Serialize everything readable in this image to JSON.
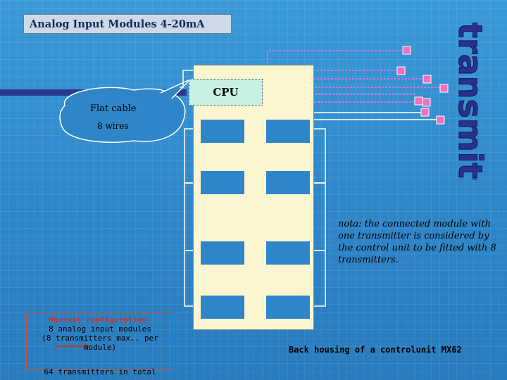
{
  "title": "Analog Input Modules 4-20mA",
  "side_title": "transmitters",
  "cpu_label": "CPU",
  "flat_cable": {
    "line1": "Flat cable",
    "line2": "8 wires"
  },
  "nota": {
    "keyword": "nota:",
    "text": "the connected module with one transmitter is considered by the control unit to be fitted with 8 transmitters."
  },
  "max_config": {
    "header": "Maximal configuration:",
    "line1": "8 analog input modules",
    "line2": "(8 transmitters max.. per module)",
    "line3": "64 transmitters in total"
  },
  "caption": "Back housing of a controlunit MX62",
  "colors": {
    "background": "#2e86c8",
    "housing": "#fbf6cf",
    "cpu": "#c6f1e3",
    "transmitter": "#f06fc0",
    "dashed_wire": "#e870d8",
    "bar": "#2b3a8c",
    "title_box": "#cfd8e6"
  }
}
